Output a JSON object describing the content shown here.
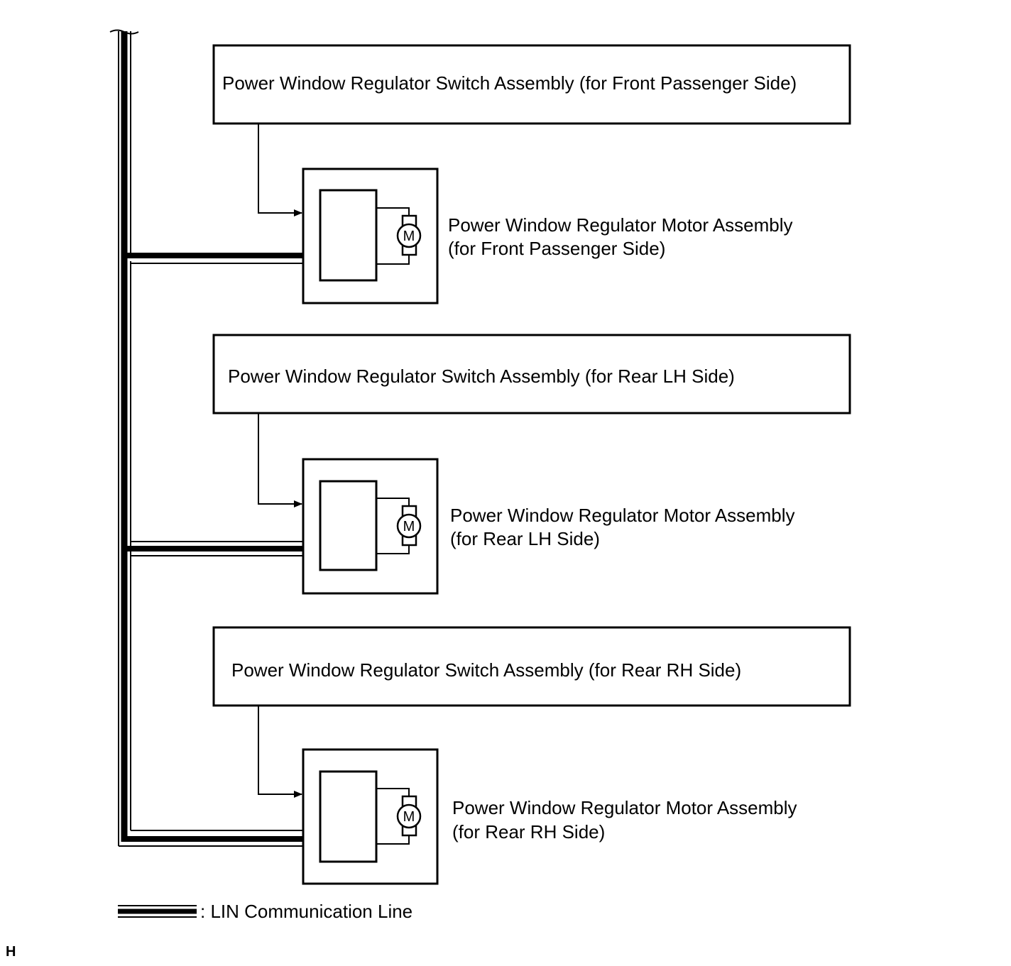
{
  "switches": [
    {
      "label": "Power Window Regulator Switch Assembly (for Front Passenger Side)"
    },
    {
      "label": "Power Window Regulator Switch Assembly (for Rear LH Side)"
    },
    {
      "label": "Power Window Regulator Switch Assembly (for Rear RH Side)"
    }
  ],
  "motors": [
    {
      "line1": "Power Window Regulator Motor Assembly",
      "line2": "(for Front Passenger Side)",
      "symbol": "M"
    },
    {
      "line1": "Power Window Regulator Motor Assembly",
      "line2": "(for Rear LH Side)",
      "symbol": "M"
    },
    {
      "line1": "Power Window Regulator Motor Assembly",
      "line2": "(for Rear RH Side)",
      "symbol": "M"
    }
  ],
  "legend": {
    "label": ": LIN Communication Line"
  },
  "corner_mark": "H"
}
